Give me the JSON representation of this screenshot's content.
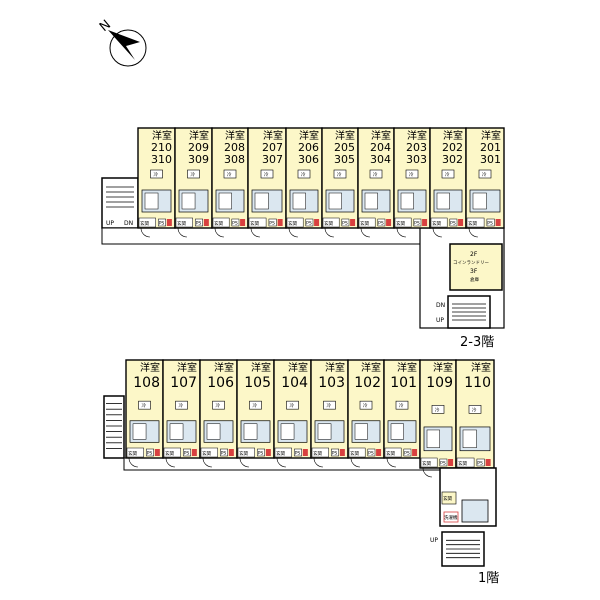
{
  "colors": {
    "room_fill": "#fcf7c8",
    "wall": "#000000",
    "bath_fill": "#dbe7f0",
    "accent_red": "#d84040"
  },
  "compass": {
    "label": "N",
    "icon": "north-arrow-icon"
  },
  "upper": {
    "floor_label": "2-3階",
    "room_type": "洋室",
    "rooms": [
      {
        "top": "210",
        "bottom": "310"
      },
      {
        "top": "209",
        "bottom": "309"
      },
      {
        "top": "208",
        "bottom": "308"
      },
      {
        "top": "207",
        "bottom": "307"
      },
      {
        "top": "206",
        "bottom": "306"
      },
      {
        "top": "205",
        "bottom": "305"
      },
      {
        "top": "204",
        "bottom": "304"
      },
      {
        "top": "203",
        "bottom": "303"
      },
      {
        "top": "202",
        "bottom": "302"
      },
      {
        "top": "201",
        "bottom": "301"
      }
    ],
    "entry_label": "玄関",
    "fridge_label": "冷",
    "ps_label": "PS",
    "stair_up": "UP",
    "stair_dn": "DN",
    "laundry": [
      "2F",
      "コインランドリー",
      "3F",
      "倉庫"
    ]
  },
  "lower": {
    "floor_label": "1階",
    "room_type": "洋室",
    "rooms": [
      "108",
      "107",
      "106",
      "105",
      "104",
      "103",
      "102",
      "101",
      "109",
      "110"
    ],
    "entry_label": "玄関",
    "fridge_label": "冷",
    "ps_label": "PS",
    "washer_label": "洗濯機",
    "stair_up": "UP"
  }
}
